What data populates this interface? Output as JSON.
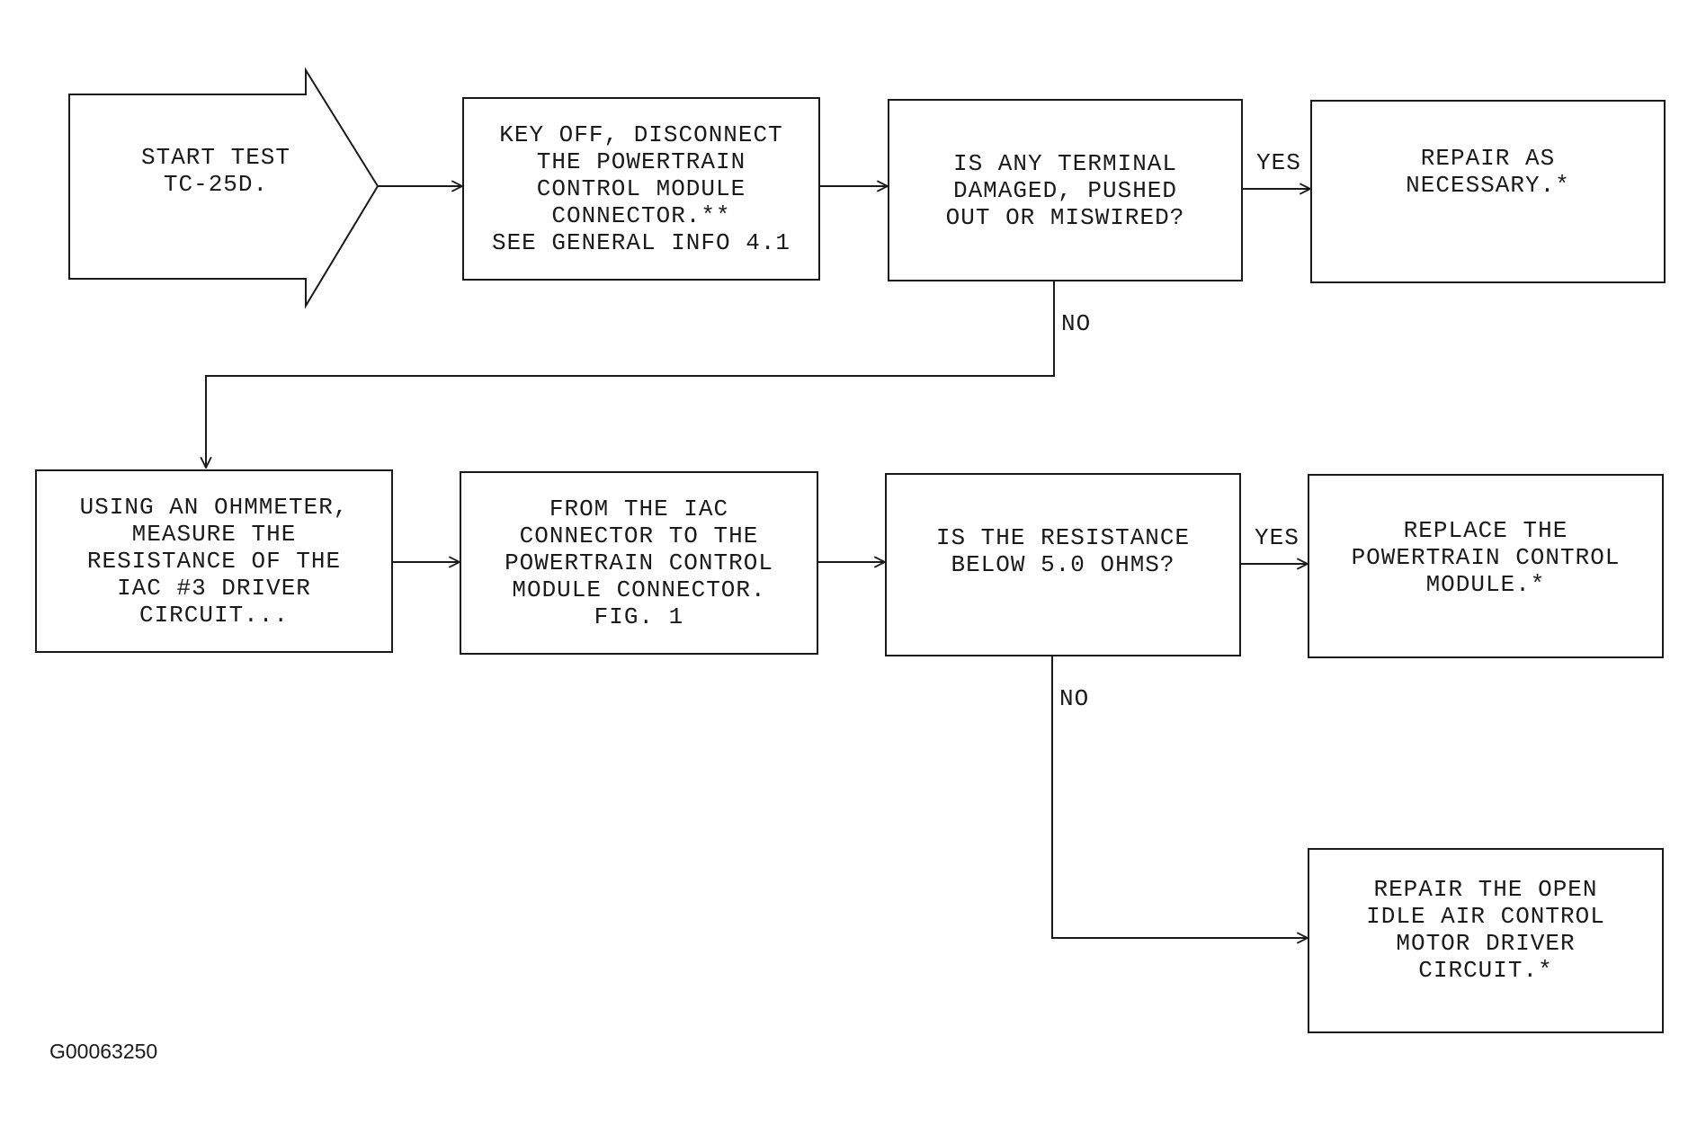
{
  "diagram": {
    "start": "START TEST\nTC-25D.",
    "step1": "KEY OFF, DISCONNECT\nTHE POWERTRAIN\nCONTROL MODULE\nCONNECTOR.**\nSEE GENERAL INFO 4.1",
    "question1": "IS ANY TERMINAL\nDAMAGED, PUSHED\nOUT OR MISWIRED?",
    "result1": "REPAIR AS\nNECESSARY.*",
    "step2": "USING AN OHMMETER,\nMEASURE THE\nRESISTANCE OF THE\nIAC #3 DRIVER\nCIRCUIT...",
    "step3": "FROM THE IAC\nCONNECTOR TO THE\nPOWERTRAIN CONTROL\nMODULE CONNECTOR.\nFIG. 1",
    "question2": "IS THE RESISTANCE\nBELOW 5.0 OHMS?",
    "result2": "REPLACE THE\nPOWERTRAIN CONTROL\nMODULE.*",
    "result3": "REPAIR THE OPEN\nIDLE AIR CONTROL\nMOTOR DRIVER\nCIRCUIT.*",
    "yes_label": "YES",
    "no_label": "NO",
    "figure_id": "G00063250"
  },
  "colors": {
    "line": "#1a1a1a",
    "background": "#ffffff"
  }
}
